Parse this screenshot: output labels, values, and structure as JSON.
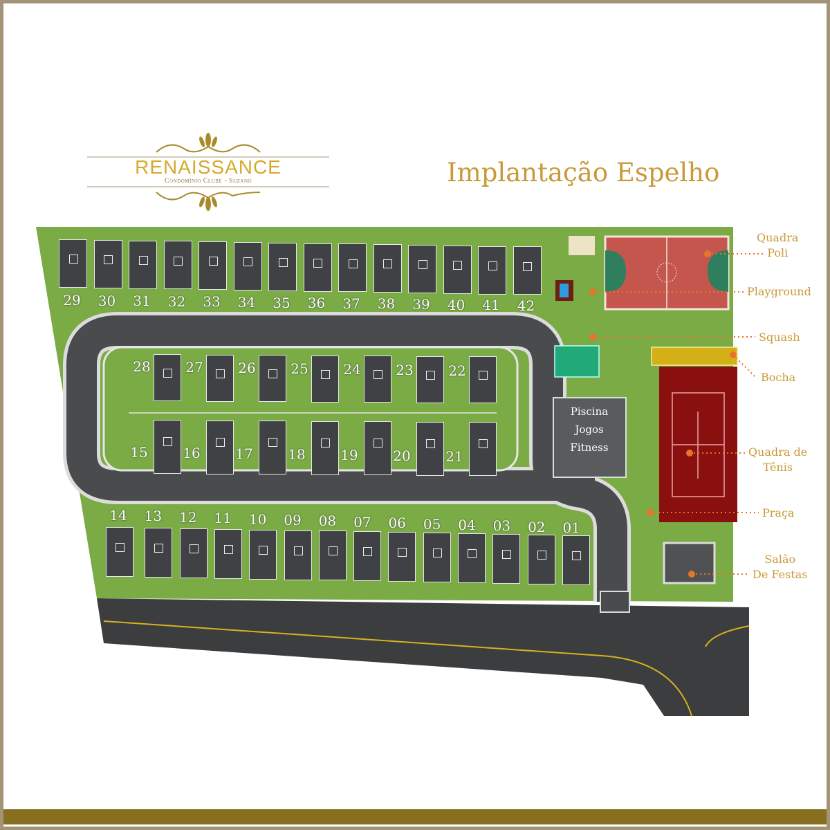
{
  "logo": {
    "name": "RENAISSANCE",
    "subtitle": "Condomínio Clube - Suzano"
  },
  "title": "Implantação Espelho",
  "lots": {
    "top_row": [
      "29",
      "30",
      "31",
      "32",
      "33",
      "34",
      "35",
      "36",
      "37",
      "38",
      "39",
      "40",
      "41",
      "42"
    ],
    "inner_upper_row": [
      "28",
      "27",
      "26",
      "25",
      "24",
      "23",
      "22"
    ],
    "inner_lower_row": [
      "15",
      "16",
      "17",
      "18",
      "19",
      "20",
      "21"
    ],
    "bottom_row": [
      "14",
      "13",
      "12",
      "11",
      "10",
      "09",
      "08",
      "07",
      "06",
      "05",
      "04",
      "03",
      "02",
      "01"
    ]
  },
  "club_building": {
    "lines": [
      "Piscina",
      "Jogos",
      "Fitness"
    ]
  },
  "legend": {
    "quadra_poli": [
      "Quadra",
      "Poli"
    ],
    "playground": "Playground",
    "squash": "Squash",
    "bocha": "Bocha",
    "quadra_tenis": [
      "Quadra de",
      "Tênis"
    ],
    "praca": "Praça",
    "salao": [
      "Salão",
      "De Festas"
    ]
  },
  "colors": {
    "accent": "#c99a36",
    "marker": "#e8742a",
    "band": "#86701f",
    "grass": "#7aab45",
    "road": "#4a4b4d"
  }
}
